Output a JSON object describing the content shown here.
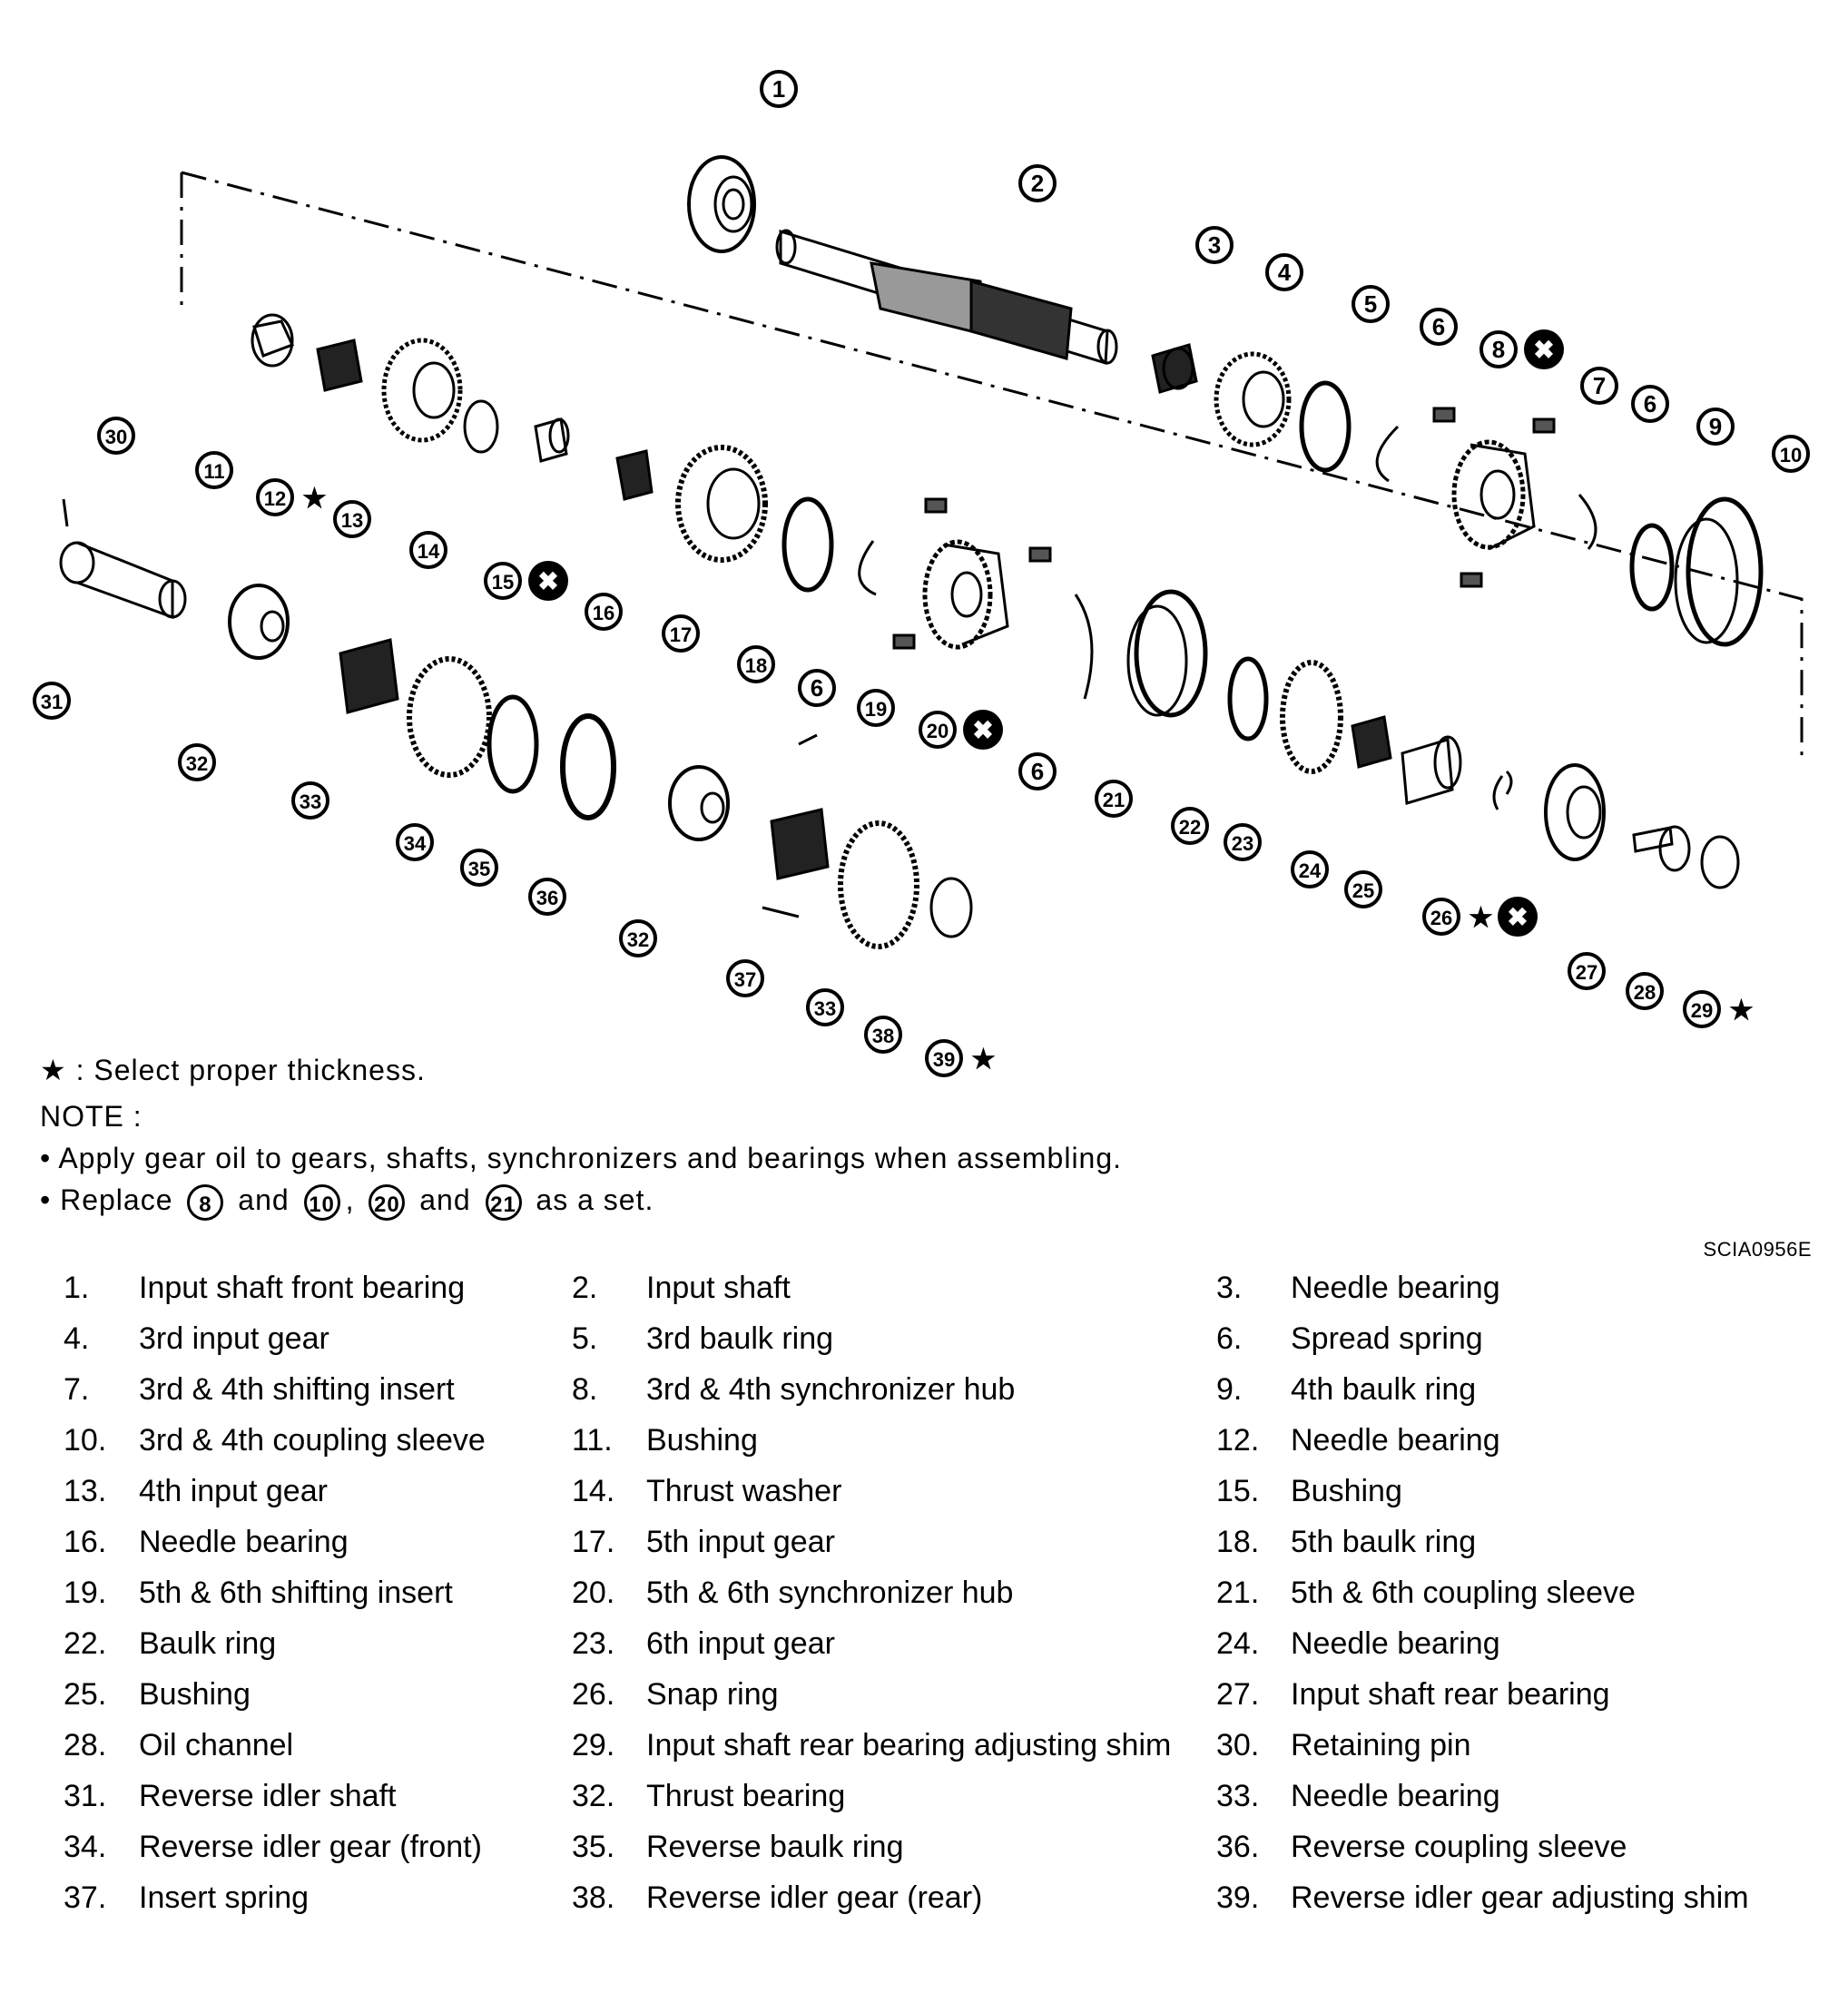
{
  "notes": {
    "star_note": "★ : Select proper thickness.",
    "note_heading": "NOTE :",
    "bullet1": "• Apply gear oil to gears, shafts, synchronizers and bearings when assembling.",
    "bullet2": {
      "prefix": "• Replace",
      "n1": "8",
      "and1": "and",
      "n2": "10",
      "comma": ",",
      "n3": "20",
      "and2": "and",
      "n4": "21",
      "suffix": "as a set."
    }
  },
  "figure_code": "SCIA0956E",
  "callout_markers": {
    "star": "★",
    "replace": "✖"
  },
  "legend": [
    {
      "n": "1.",
      "label": "Input shaft front bearing"
    },
    {
      "n": "2.",
      "label": "Input shaft"
    },
    {
      "n": "3.",
      "label": "Needle bearing"
    },
    {
      "n": "4.",
      "label": "3rd input gear"
    },
    {
      "n": "5.",
      "label": "3rd baulk ring"
    },
    {
      "n": "6.",
      "label": "Spread spring"
    },
    {
      "n": "7.",
      "label": "3rd & 4th shifting insert"
    },
    {
      "n": "8.",
      "label": "3rd & 4th synchronizer hub"
    },
    {
      "n": "9.",
      "label": "4th baulk ring"
    },
    {
      "n": "10.",
      "label": "3rd & 4th coupling sleeve"
    },
    {
      "n": "11.",
      "label": "Bushing"
    },
    {
      "n": "12.",
      "label": "Needle bearing"
    },
    {
      "n": "13.",
      "label": "4th input gear"
    },
    {
      "n": "14.",
      "label": "Thrust washer"
    },
    {
      "n": "15.",
      "label": "Bushing"
    },
    {
      "n": "16.",
      "label": "Needle bearing"
    },
    {
      "n": "17.",
      "label": "5th input gear"
    },
    {
      "n": "18.",
      "label": "5th baulk ring"
    },
    {
      "n": "19.",
      "label": "5th & 6th shifting insert"
    },
    {
      "n": "20.",
      "label": "5th & 6th synchronizer hub"
    },
    {
      "n": "21.",
      "label": "5th & 6th coupling sleeve"
    },
    {
      "n": "22.",
      "label": "Baulk ring"
    },
    {
      "n": "23.",
      "label": "6th input gear"
    },
    {
      "n": "24.",
      "label": "Needle bearing"
    },
    {
      "n": "25.",
      "label": "Bushing"
    },
    {
      "n": "26.",
      "label": "Snap ring"
    },
    {
      "n": "27.",
      "label": "Input shaft rear bearing"
    },
    {
      "n": "28.",
      "label": "Oil channel"
    },
    {
      "n": "29.",
      "label": "Input shaft rear bearing adjusting shim"
    },
    {
      "n": "30.",
      "label": "Retaining pin"
    },
    {
      "n": "31.",
      "label": "Reverse idler shaft"
    },
    {
      "n": "32.",
      "label": "Thrust bearing"
    },
    {
      "n": "33.",
      "label": "Needle bearing"
    },
    {
      "n": "34.",
      "label": "Reverse idler gear (front)"
    },
    {
      "n": "35.",
      "label": "Reverse baulk ring"
    },
    {
      "n": "36.",
      "label": "Reverse coupling sleeve"
    },
    {
      "n": "37.",
      "label": "Insert spring"
    },
    {
      "n": "38.",
      "label": "Reverse idler gear (rear)"
    },
    {
      "n": "39.",
      "label": "Reverse idler gear adjusting shim"
    }
  ],
  "callouts": [
    {
      "n": "1"
    },
    {
      "n": "2"
    },
    {
      "n": "3"
    },
    {
      "n": "4"
    },
    {
      "n": "5"
    },
    {
      "n": "6"
    },
    {
      "n": "8"
    },
    {
      "n": "7"
    },
    {
      "n": "6"
    },
    {
      "n": "9"
    },
    {
      "n": "10"
    },
    {
      "n": "30"
    },
    {
      "n": "11"
    },
    {
      "n": "12"
    },
    {
      "n": "13"
    },
    {
      "n": "14"
    },
    {
      "n": "15"
    },
    {
      "n": "16"
    },
    {
      "n": "17"
    },
    {
      "n": "18"
    },
    {
      "n": "6"
    },
    {
      "n": "19"
    },
    {
      "n": "20"
    },
    {
      "n": "6"
    },
    {
      "n": "31"
    },
    {
      "n": "32"
    },
    {
      "n": "33"
    },
    {
      "n": "34"
    },
    {
      "n": "35"
    },
    {
      "n": "36"
    },
    {
      "n": "32"
    },
    {
      "n": "37"
    },
    {
      "n": "33"
    },
    {
      "n": "38"
    },
    {
      "n": "39"
    },
    {
      "n": "21"
    },
    {
      "n": "22"
    },
    {
      "n": "23"
    },
    {
      "n": "24"
    },
    {
      "n": "25"
    },
    {
      "n": "26"
    },
    {
      "n": "27"
    },
    {
      "n": "28"
    },
    {
      "n": "29"
    }
  ]
}
